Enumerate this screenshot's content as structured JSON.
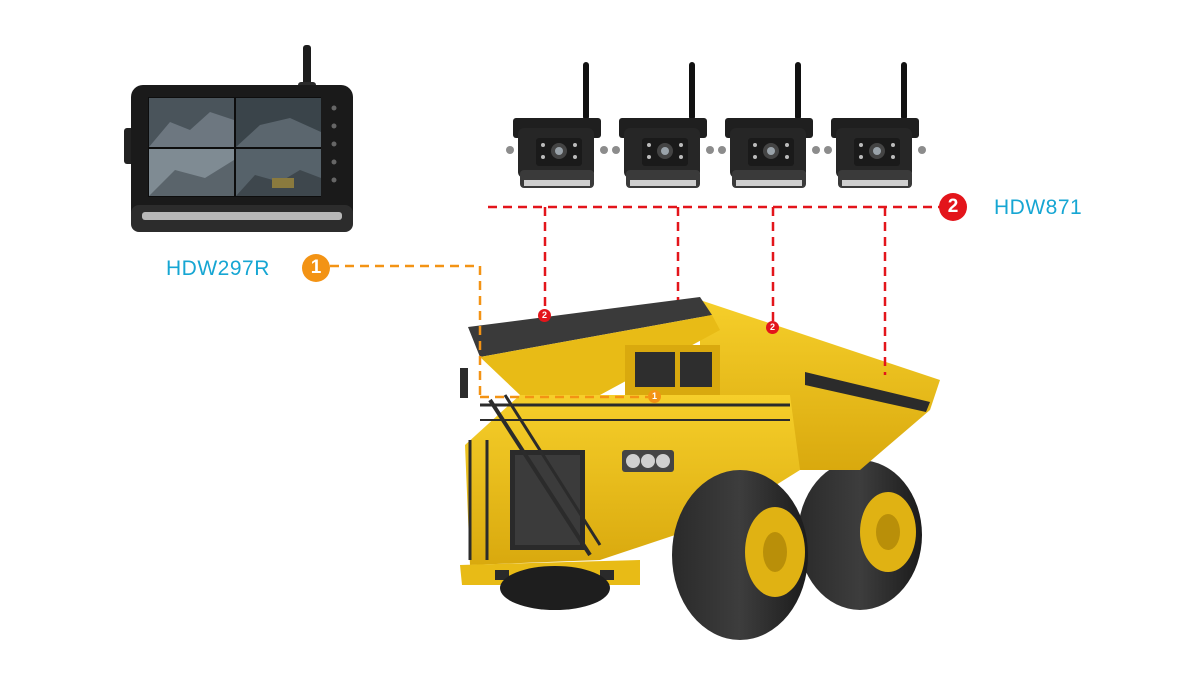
{
  "monitor": {
    "model": "HDW297R",
    "badge": "1"
  },
  "cameras": {
    "model": "HDW871",
    "badge": "2",
    "count": 4
  },
  "truck_markers": {
    "camera_marker": "2",
    "monitor_marker": "1"
  },
  "colors": {
    "label_text": "#16a6d3",
    "monitor_link": "#f39314",
    "camera_link": "#e3151b",
    "truck_body": "#f2c418"
  }
}
